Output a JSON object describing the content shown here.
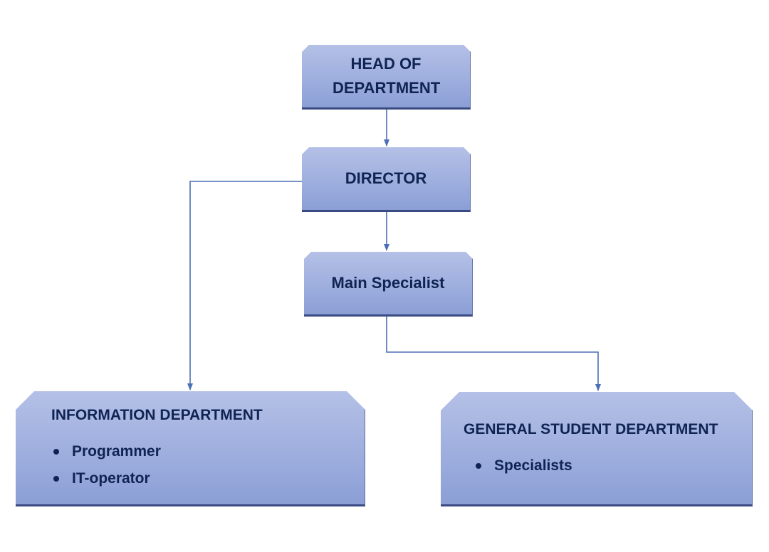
{
  "diagram": {
    "head": {
      "label": "HEAD OF DEPARTMENT"
    },
    "director": {
      "label": "DIRECTOR"
    },
    "main_specialist": {
      "label": "Main Specialist"
    },
    "information_department": {
      "title": "INFORMATION DEPARTMENT",
      "items": [
        "Programmer",
        "IT-operator"
      ]
    },
    "general_student_department": {
      "title": "GENERAL STUDENT DEPARTMENT",
      "items": [
        "Specialists"
      ]
    },
    "connectors": [
      {
        "from": "head",
        "to": "director"
      },
      {
        "from": "director",
        "to": "main_specialist"
      },
      {
        "from": "director",
        "to": "information_department"
      },
      {
        "from": "main_specialist",
        "to": "general_student_department"
      }
    ]
  },
  "colors": {
    "box_fill_top": "#b4c0e6",
    "box_fill_bottom": "#8b9fd6",
    "text": "#0f2452",
    "connector": "#4a6fb4"
  }
}
